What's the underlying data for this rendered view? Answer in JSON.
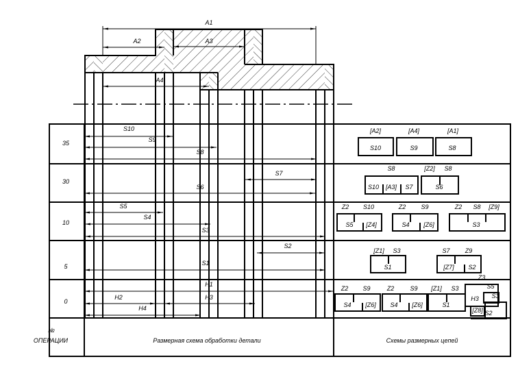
{
  "drawing": {
    "dims": [
      "A1",
      "A2",
      "A3",
      "A4"
    ]
  },
  "table": {
    "rows": [
      {
        "op": "35",
        "scheme": [
          "S10",
          "S9",
          "S8"
        ],
        "chains": [
          "[A2]",
          "[A4]",
          "[A1]",
          "S10",
          "S9",
          "S8"
        ]
      },
      {
        "op": "30",
        "scheme": [
          "S7",
          "S6"
        ],
        "chains": [
          "S8",
          "S10",
          "[A3]",
          "S7",
          "[Z2]",
          "S8",
          "S6"
        ]
      },
      {
        "op": "10",
        "scheme": [
          "S5",
          "S4",
          "S3"
        ],
        "chains": [
          "Z2",
          "S10",
          "S5",
          "[Z4]",
          "Z2",
          "S9",
          "S4",
          "[Z6]",
          "Z2",
          "S8",
          "[Z9]",
          "S3"
        ]
      },
      {
        "op": "5",
        "scheme": [
          "S2",
          "S1"
        ],
        "chains": [
          "[Z1]",
          "S3",
          "S1",
          "S7",
          "Z9",
          "[Z7]",
          "S2",
          "Z3"
        ]
      },
      {
        "op": "0",
        "scheme": [
          "H1",
          "H2",
          "H3",
          "H4"
        ],
        "chains": [
          "Z2",
          "S9",
          "S4",
          "[Z6]",
          "Z2",
          "S9",
          "S4",
          "[Z6]",
          "[Z1]",
          "S3",
          "S1",
          "H3",
          "S5",
          "S3",
          "[Z8]",
          "S2"
        ]
      }
    ]
  },
  "footer": {
    "num": "№",
    "op": "ОПЕРАЦИИ",
    "scheme": "Размерная схема обработки детали",
    "chains": "Схемы размерных цепей"
  }
}
